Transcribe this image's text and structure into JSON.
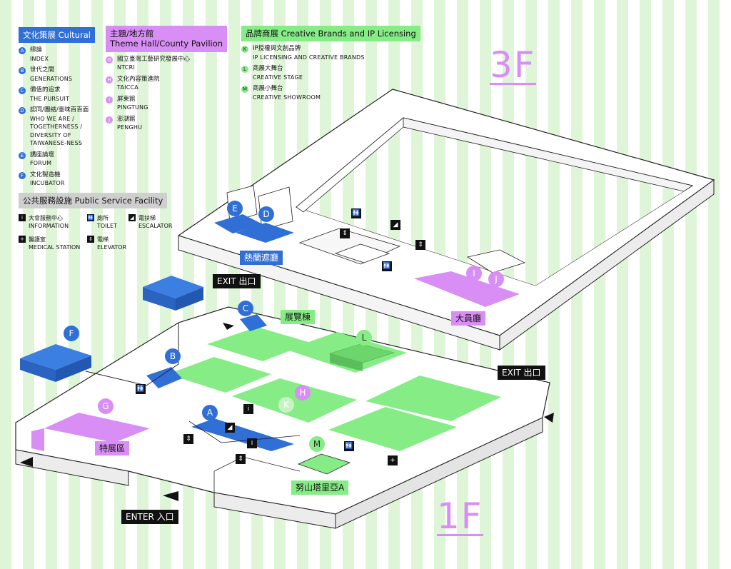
{
  "legend": {
    "cultural": {
      "header": "文化策展 Cultural",
      "items": [
        {
          "key": "A",
          "zh": "總論",
          "en": "INDEX"
        },
        {
          "key": "B",
          "zh": "世代之間",
          "en": "GENERATIONS"
        },
        {
          "key": "C",
          "zh": "價值的追求",
          "en": "THE PURSUIT"
        },
        {
          "key": "D",
          "zh": "認同/團結/臺味百百面",
          "en": "WHO WE ARE /\nTOGETHERNESS /\nDIVERSITY OF\nTAIWANESE-NESS"
        },
        {
          "key": "E",
          "zh": "講座論壇",
          "en": "FORUM"
        },
        {
          "key": "F",
          "zh": "文化製造機",
          "en": "INCUBATOR"
        }
      ]
    },
    "theme": {
      "header_zh": "主題/地方館",
      "header_en": "Theme Hall/County Pavilion",
      "items": [
        {
          "key": "G",
          "zh": "國立臺灣工藝研究發展中心",
          "en": "NTCRI"
        },
        {
          "key": "H",
          "zh": "文化內容策進院",
          "en": "TAICCA"
        },
        {
          "key": "I",
          "zh": "屏東館",
          "en": "PINGTUNG"
        },
        {
          "key": "J",
          "zh": "澎湖館",
          "en": "PENGHU"
        }
      ]
    },
    "brands": {
      "header": "品牌商展 Creative Brands and IP Licensing",
      "items": [
        {
          "key": "K",
          "zh": "IP授權與文創品牌",
          "en": "IP LICENSING AND CREATIVE BRANDS"
        },
        {
          "key": "L",
          "zh": "商展大舞台",
          "en": "CREATIVE STAGE"
        },
        {
          "key": "M",
          "zh": "商展小舞台",
          "en": "CREATIVE SHOWROOM"
        }
      ]
    },
    "facility": {
      "header": "公共服務設施 Public Service Facility",
      "items": [
        {
          "icon": "i",
          "zh": "大會服務中心",
          "en": "INFORMATION"
        },
        {
          "icon": "🚻",
          "zh": "廁所",
          "en": "TOILET"
        },
        {
          "icon": "◢",
          "zh": "電扶梯",
          "en": "ESCALATOR"
        },
        {
          "icon": "+",
          "zh": "醫護室",
          "en": "MEDICAL STATION"
        },
        {
          "icon": "⇕",
          "zh": "電梯",
          "en": "ELEVATOR"
        }
      ]
    }
  },
  "floors": {
    "top": "3F",
    "bottom": "1F"
  },
  "labels": {
    "exit_top": "EXIT 出口",
    "exit_right": "EXIT 出口",
    "enter": "ENTER 入口",
    "hall_3f": "熱蘭遮廳",
    "hall_3f_pink": "大員廳",
    "exhibit_building": "展覽棟",
    "special_area": "特展區",
    "nusantara": "努山塔里亞A"
  },
  "markers": [
    "A",
    "B",
    "C",
    "D",
    "E",
    "F",
    "G",
    "H",
    "I",
    "J",
    "K",
    "L",
    "M"
  ],
  "colors": {
    "blue": "#2f6fd6",
    "pink": "#d98ef5",
    "green": "#86ec86",
    "dark": "#111111",
    "stripe": "#dff5d8"
  }
}
